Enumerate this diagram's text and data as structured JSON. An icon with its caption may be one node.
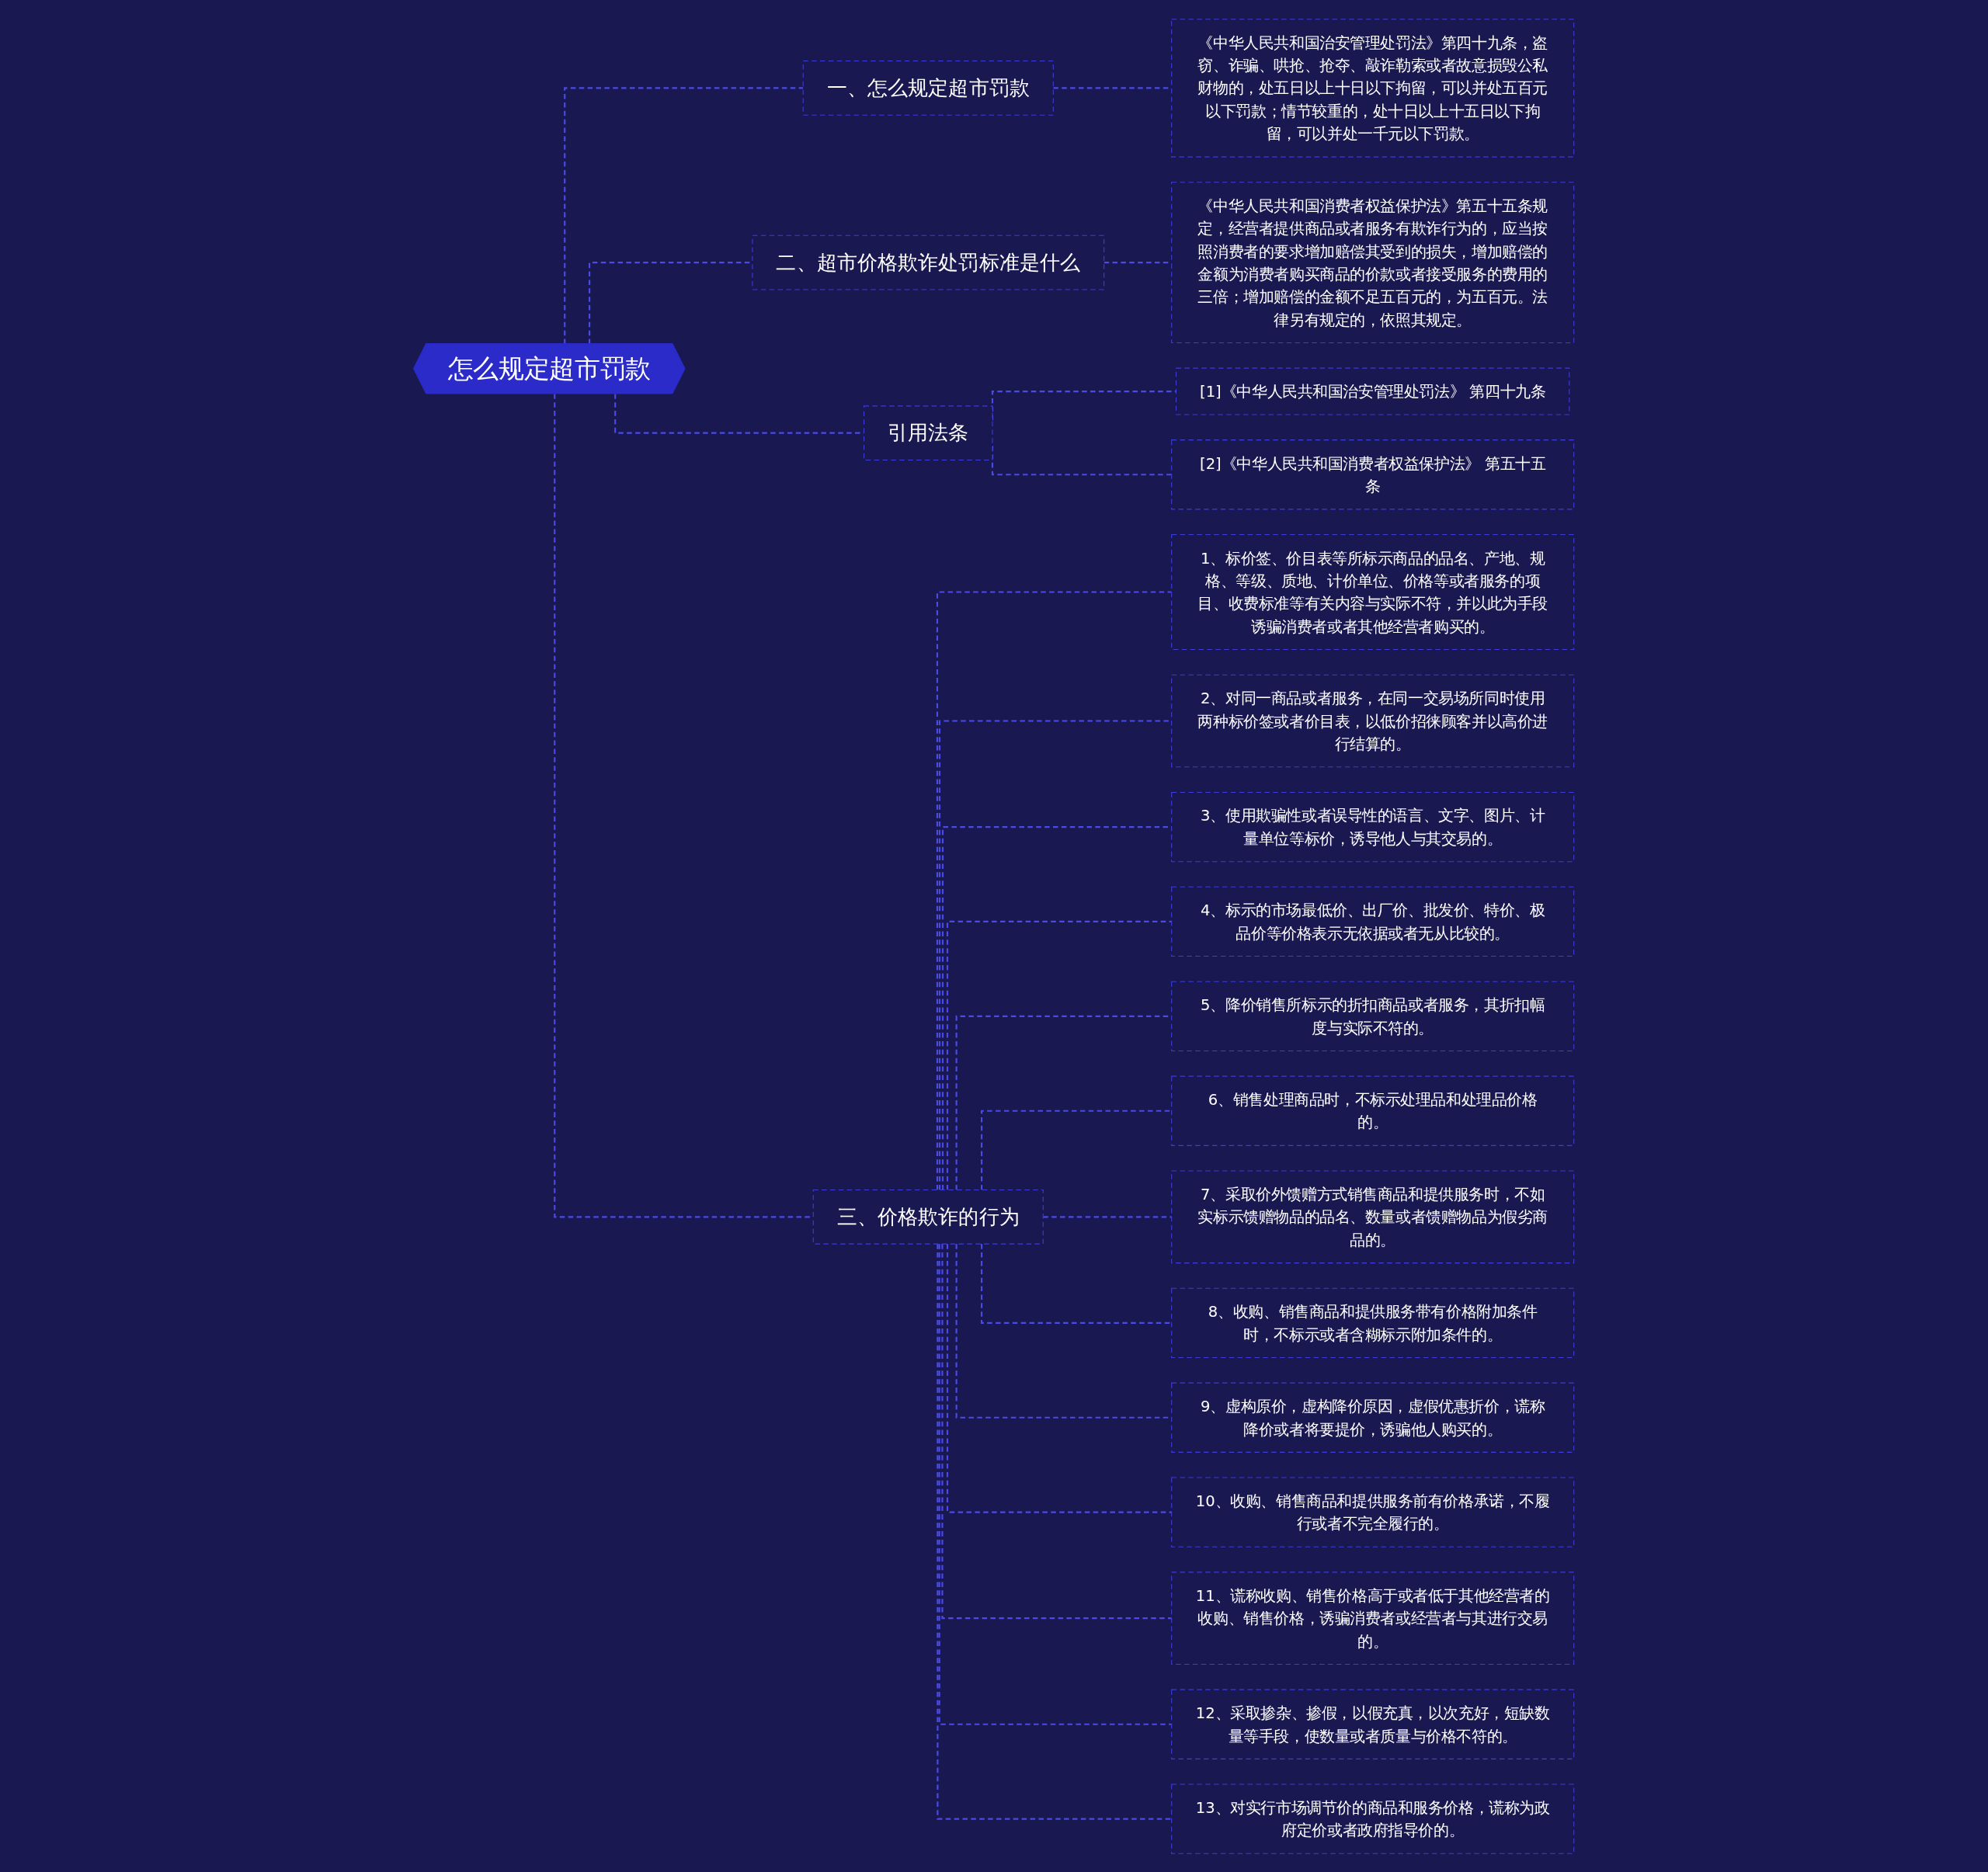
{
  "diagram": {
    "nodes": [
      {
        "text": [
          "怎么规定超市罚款"
        ]
      },
      {
        "text": [
          "一、怎么规定超市罚款"
        ]
      },
      {
        "text": [
          "《中华人民共和国治安管理处罚法》第四十九条，盗窃、诈骗、哄抢、抢夺、敲诈勒索或者故意损毁公私财物的，处五日以上十日以下拘留，可以并处五百元以下罚款；情节较重的，处十日以上十五日以下拘留，可以并处一千元以下罚款。"
        ]
      },
      {
        "text": [
          "二、超市价格欺诈处罚标准是什么"
        ]
      },
      {
        "text": [
          "《中华人民共和国消费者权益保护法》第五十五条规定，经营者提供商品或者服务有欺诈行为的，应当按照消费者的要求增加赔偿其受到的损失，增加赔偿的金额为消费者购买商品的价款或者接受服务的费用的三倍；增加赔偿的金额不足五百元的，为五百元。法律另有规定的，依照其规定。"
        ]
      },
      {
        "text": [
          "引用法条"
        ]
      },
      {
        "text": [
          "[1]《中华人民共和国治安管理处罚法》 第四十九条"
        ]
      },
      {
        "text": [
          "[2]《中华人民共和国消费者权益保护法》 第五十五条"
        ]
      },
      {
        "text": [
          "三、价格欺诈的行为"
        ]
      },
      {
        "text": [
          "1、标价签、价目表等所标示商品的品名、产地、规格、等级、质地、计价单位、价格等或者服务的项目、收费标准等有关内容与实际不符，并以此为手段诱骗消费者或者其他经营者购买的。"
        ]
      },
      {
        "text": [
          "2、对同一商品或者服务，在同一交易场所同时使用两种标价签或者价目表，以低价招徕顾客并以高价进行结算的。"
        ]
      },
      {
        "text": [
          "3、使用欺骗性或者误导性的语言、文字、图片、计量单位等标价，诱导他人与其交易的。"
        ]
      },
      {
        "text": [
          "4、标示的市场最低价、出厂价、批发价、特价、极品价等价格表示无依据或者无从比较的。"
        ]
      },
      {
        "text": [
          "5、降价销售所标示的折扣商品或者服务，其折扣幅度与实际不符的。"
        ]
      },
      {
        "text": [
          "6、销售处理商品时，不标示处理品和处理品价格的。"
        ]
      },
      {
        "text": [
          "7、采取价外馈赠方式销售商品和提供服务时，不如实标示馈赠物品的品名、数量或者馈赠物品为假劣商品的。"
        ]
      },
      {
        "text": [
          "8、收购、销售商品和提供服务带有价格附加条件时，不标示或者含糊标示附加条件的。"
        ]
      },
      {
        "text": [
          "9、虚构原价，虚构降价原因，虚假优惠折价，谎称降价或者将要提价，诱骗他人购买的。"
        ]
      },
      {
        "text": [
          "10、收购、销售商品和提供服务前有价格承诺，不履行或者不完全履行的。"
        ]
      },
      {
        "text": [
          "11、谎称收购、销售价格高于或者低于其他经营者的收购、销售价格，诱骗消费者或经营者与其进行交易的。"
        ]
      },
      {
        "text": [
          "12、采取掺杂、掺假，以假充真，以次充好，短缺数量等手段，使数量或者质量与价格不符的。"
        ]
      },
      {
        "text": [
          "13、对实行市场调节价的商品和服务价格，谎称为政府定价或者政府指导价的。"
        ]
      }
    ],
    "edges": [
      {
        "from": 0,
        "to": 1,
        "arrow": "none",
        "style": "dashed"
      },
      {
        "from": 1,
        "to": 2,
        "arrow": "none",
        "style": "dashed"
      },
      {
        "from": 0,
        "to": 3,
        "arrow": "none",
        "style": "dashed"
      },
      {
        "from": 3,
        "to": 4,
        "arrow": "none",
        "style": "dashed"
      },
      {
        "from": 0,
        "to": 5,
        "arrow": "none",
        "style": "dashed"
      },
      {
        "from": 5,
        "to": 6,
        "arrow": "none",
        "style": "dashed"
      },
      {
        "from": 5,
        "to": 7,
        "arrow": "none",
        "style": "dashed"
      },
      {
        "from": 0,
        "to": 8,
        "arrow": "none",
        "style": "dashed"
      },
      {
        "from": 8,
        "to": 9,
        "arrow": "none",
        "style": "dashed"
      },
      {
        "from": 8,
        "to": 10,
        "arrow": "none",
        "style": "dashed"
      },
      {
        "from": 8,
        "to": 11,
        "arrow": "none",
        "style": "dashed"
      },
      {
        "from": 8,
        "to": 12,
        "arrow": "none",
        "style": "dashed"
      },
      {
        "from": 8,
        "to": 13,
        "arrow": "none",
        "style": "dashed"
      },
      {
        "from": 8,
        "to": 14,
        "arrow": "none",
        "style": "dashed"
      },
      {
        "from": 8,
        "to": 15,
        "arrow": "none",
        "style": "dashed"
      },
      {
        "from": 8,
        "to": 16,
        "arrow": "none",
        "style": "dashed"
      },
      {
        "from": 8,
        "to": 17,
        "arrow": "none",
        "style": "dashed"
      },
      {
        "from": 8,
        "to": 18,
        "arrow": "none",
        "style": "dashed"
      },
      {
        "from": 8,
        "to": 19,
        "arrow": "none",
        "style": "dashed"
      },
      {
        "from": 8,
        "to": 20,
        "arrow": "none",
        "style": "dashed"
      },
      {
        "from": 8,
        "to": 21,
        "arrow": "none",
        "style": "dashed"
      }
    ]
  }
}
